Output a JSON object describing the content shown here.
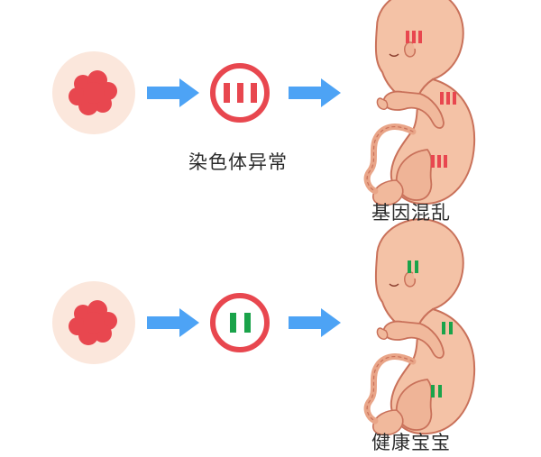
{
  "rows": [
    {
      "status": "abnormal",
      "caption": "染色体异常",
      "result": "基因混乱",
      "marker_color": "#e8474f"
    },
    {
      "status": "normal",
      "caption": "",
      "result": "健康宝宝",
      "marker_color": "#1aa34a"
    }
  ],
  "colors": {
    "cell_bg": "#fbe7dc",
    "cell": "#e8474f",
    "arrow": "#4da3f5",
    "ring": "#e8474f",
    "fetus_skin": "#f4c2a6",
    "fetus_outline": "#c9715a"
  }
}
